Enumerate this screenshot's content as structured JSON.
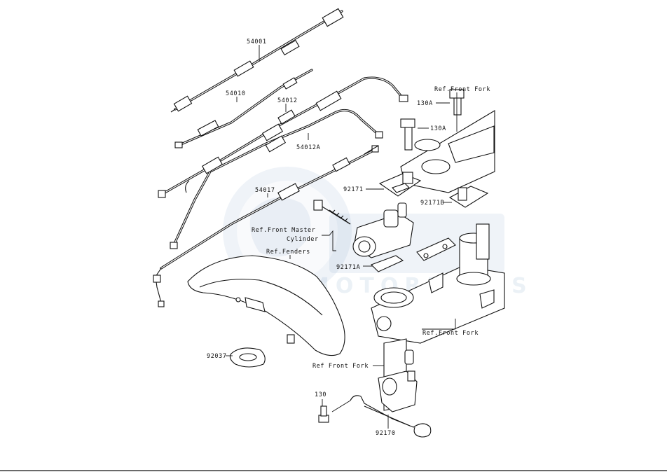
{
  "watermark": {
    "text": "MOTORPARTS",
    "color": "#4a7fb0"
  },
  "labels": {
    "p54001": "54001",
    "p54010": "54010",
    "p54012": "54012",
    "p54012A": "54012A",
    "p54017": "54017",
    "ref_front_fork_top": "Ref.Front Fork",
    "p130A": "130A",
    "p130A_b": "130A",
    "p92171": "92171",
    "p92171B": "92171B",
    "ref_master_line1": "Ref.Front Master",
    "ref_master_line2": "Cylinder",
    "ref_fenders": "Ref.Fenders",
    "p92171A": "92171A",
    "ref_front_fork_mid": "Ref.Front Fork",
    "p92037": "92037",
    "ref_front_fork_low": "Ref Front Fork",
    "p130": "130",
    "p92170": "92170"
  }
}
